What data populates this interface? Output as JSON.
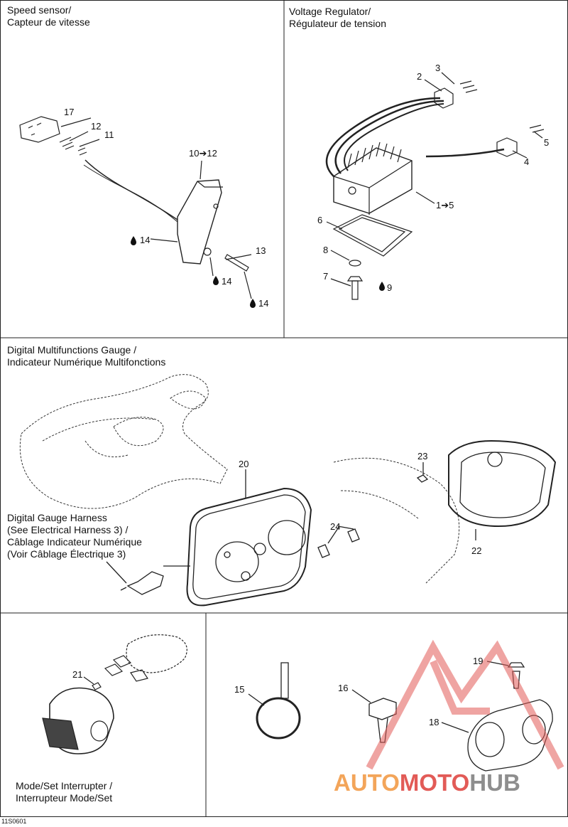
{
  "sections": {
    "speed_sensor": "Speed sensor/\nCapteur de vitesse",
    "voltage_regulator": "Voltage Regulator/\nRégulateur de tension",
    "gauge": "Digital Multifunctions Gauge /\nIndicateur Numérique Multifonctions",
    "harness": "Digital Gauge Harness\n(See Electrical Harness 3) /\nCâblage Indicateur Numérique\n(Voir Câblage Électrique 3)",
    "interrupter": "Mode/Set Interrupter /\nInterrupteur Mode/Set"
  },
  "callouts": {
    "n17": "17",
    "n12": "12",
    "n11": "11",
    "n10_12": "10➔12",
    "n14a": "14",
    "n13": "13",
    "n14b": "14",
    "n14c": "14",
    "n2": "2",
    "n3": "3",
    "n5": "5",
    "n4": "4",
    "n1_5": "1➔5",
    "n6": "6",
    "n8": "8",
    "n7": "7",
    "n9": "9",
    "n20": "20",
    "n23": "23",
    "n24": "24",
    "n22": "22",
    "n21": "21",
    "n15": "15",
    "n16": "16",
    "n19": "19",
    "n18": "18"
  },
  "drawing_code": "11S0601",
  "watermark": {
    "part1": "AUTO",
    "part2": "MOTO",
    "part3": "HUB"
  },
  "colors": {
    "watermark_orange": "#f3a55a",
    "watermark_red": "#e25b57",
    "watermark_gray": "#8e8e8e"
  }
}
